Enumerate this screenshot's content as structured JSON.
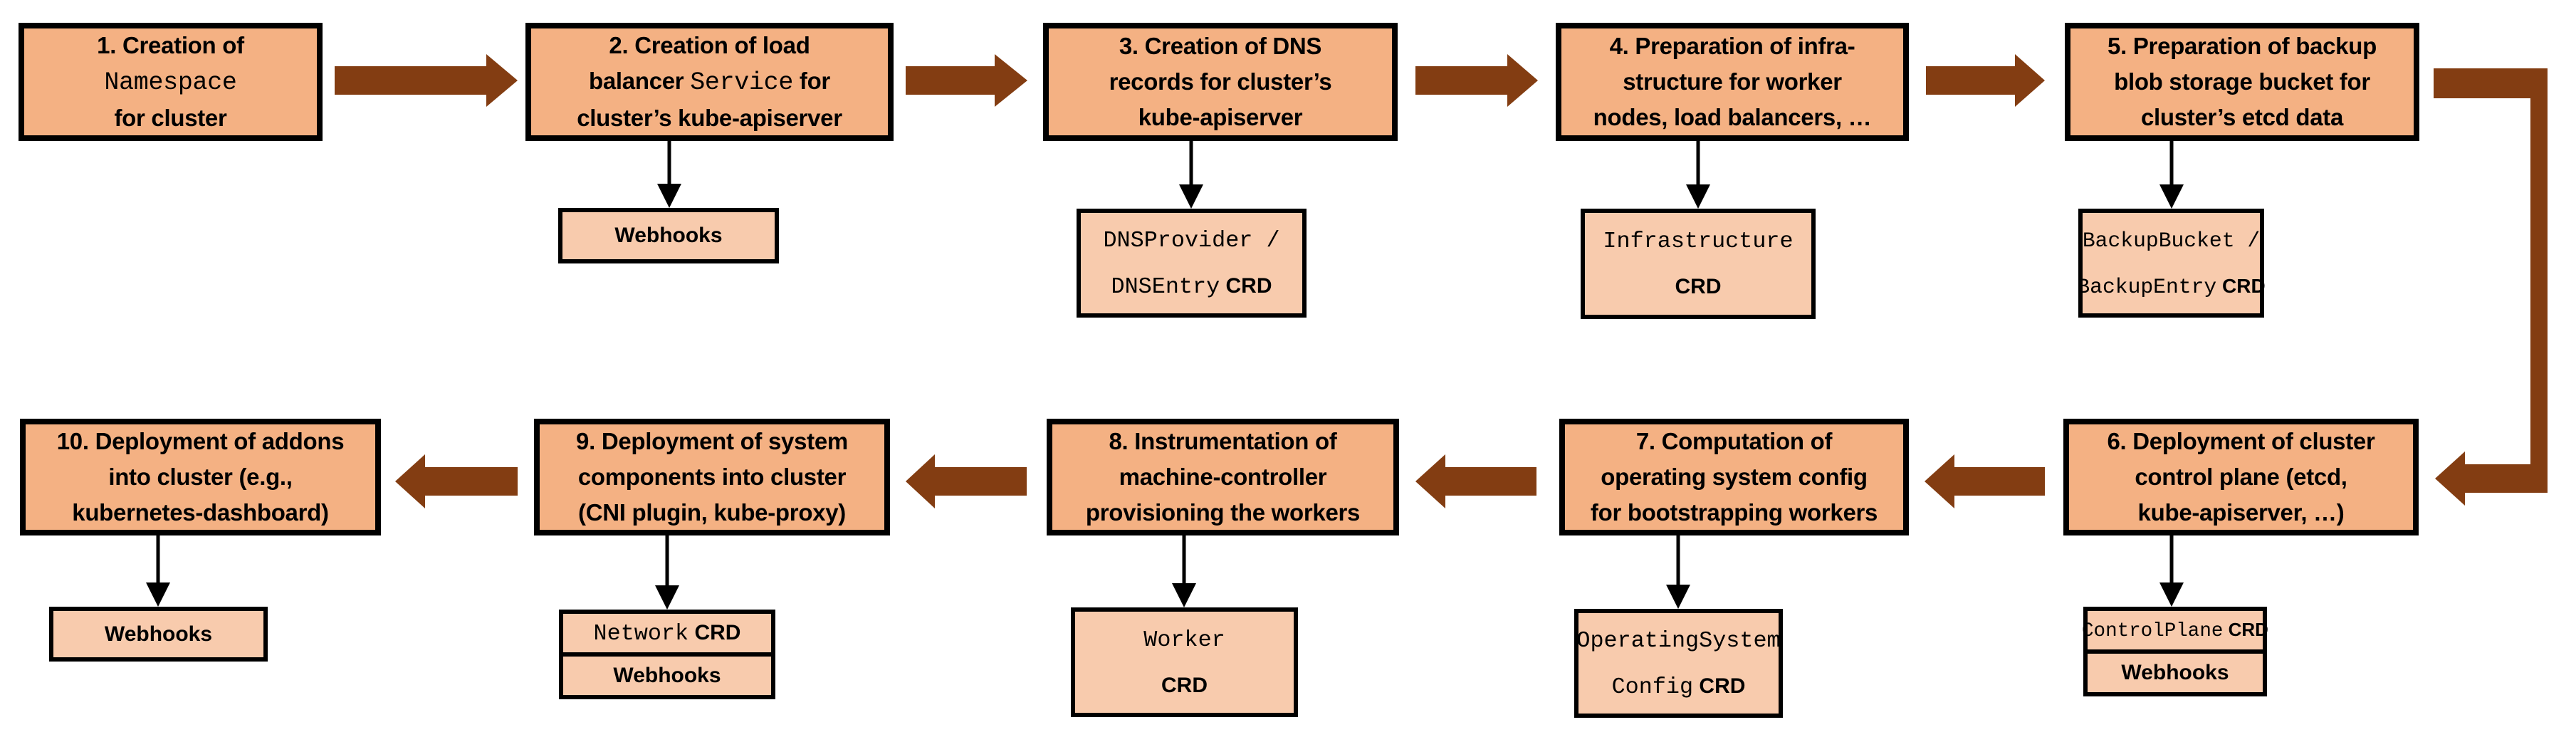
{
  "colors": {
    "main_box_fill": "#F4B183",
    "sub_box_fill": "#F8CBAD",
    "flow_arrow_brown": "#833D12",
    "connector_black": "#000000",
    "border": "#000000"
  },
  "steps": [
    {
      "label": [
        [
          "1. Creation of"
        ],
        [
          "Namespace"
        ],
        [
          "for cluster"
        ]
      ],
      "attachments": []
    },
    {
      "label": [
        [
          "2. Creation of load"
        ],
        [
          "balancer ",
          "Service",
          " for"
        ],
        [
          "cluster’s kube-apiserver"
        ]
      ],
      "attachments": [
        {
          "lines": [
            [
              "Webhooks"
            ]
          ]
        }
      ]
    },
    {
      "label": [
        [
          "3. Creation of DNS"
        ],
        [
          "records for cluster’s"
        ],
        [
          "kube-apiserver"
        ]
      ],
      "attachments": [
        {
          "lines": [
            [
              "DNSProvider /"
            ],
            [
              "DNSEntry",
              " CRD"
            ]
          ]
        }
      ]
    },
    {
      "label": [
        [
          "4. Preparation of infra-"
        ],
        [
          "structure for worker"
        ],
        [
          "nodes, load balancers, …"
        ]
      ],
      "attachments": [
        {
          "lines": [
            [
              "Infrastructure"
            ],
            [
              "CRD"
            ]
          ]
        }
      ]
    },
    {
      "label": [
        [
          "5. Preparation of backup"
        ],
        [
          "blob storage bucket for"
        ],
        [
          "cluster’s etcd data"
        ]
      ],
      "attachments": [
        {
          "lines": [
            [
              "BackupBucket /"
            ],
            [
              "BackupEntry",
              " CRD"
            ]
          ]
        }
      ]
    },
    {
      "label": [
        [
          "6. Deployment of cluster"
        ],
        [
          "control plane (etcd,"
        ],
        [
          "kube-apiserver, …)"
        ]
      ],
      "attachments": [
        {
          "lines": [
            [
              "ControlPlane",
              " CRD"
            ]
          ]
        },
        {
          "lines": [
            [
              "Webhooks"
            ]
          ]
        }
      ]
    },
    {
      "label": [
        [
          "7. Computation of"
        ],
        [
          "operating system config"
        ],
        [
          "for bootstrapping workers"
        ]
      ],
      "attachments": [
        {
          "lines": [
            [
              "OperatingSystem"
            ],
            [
              "Config",
              " CRD"
            ]
          ]
        }
      ]
    },
    {
      "label": [
        [
          "8. Instrumentation of"
        ],
        [
          "machine-controller"
        ],
        [
          "provisioning the workers"
        ]
      ],
      "attachments": [
        {
          "lines": [
            [
              "Worker"
            ],
            [
              "CRD"
            ]
          ]
        }
      ]
    },
    {
      "label": [
        [
          "9. Deployment of system"
        ],
        [
          "components into cluster"
        ],
        [
          "(CNI plugin, kube-proxy)"
        ]
      ],
      "attachments": [
        {
          "lines": [
            [
              "Network",
              " CRD"
            ]
          ]
        },
        {
          "lines": [
            [
              "Webhooks"
            ]
          ]
        }
      ]
    },
    {
      "label": [
        [
          "10. Deployment of addons"
        ],
        [
          "into cluster (e.g.,"
        ],
        [
          "kubernetes-dashboard)"
        ]
      ],
      "attachments": [
        {
          "lines": [
            [
              "Webhooks"
            ]
          ]
        }
      ]
    }
  ]
}
